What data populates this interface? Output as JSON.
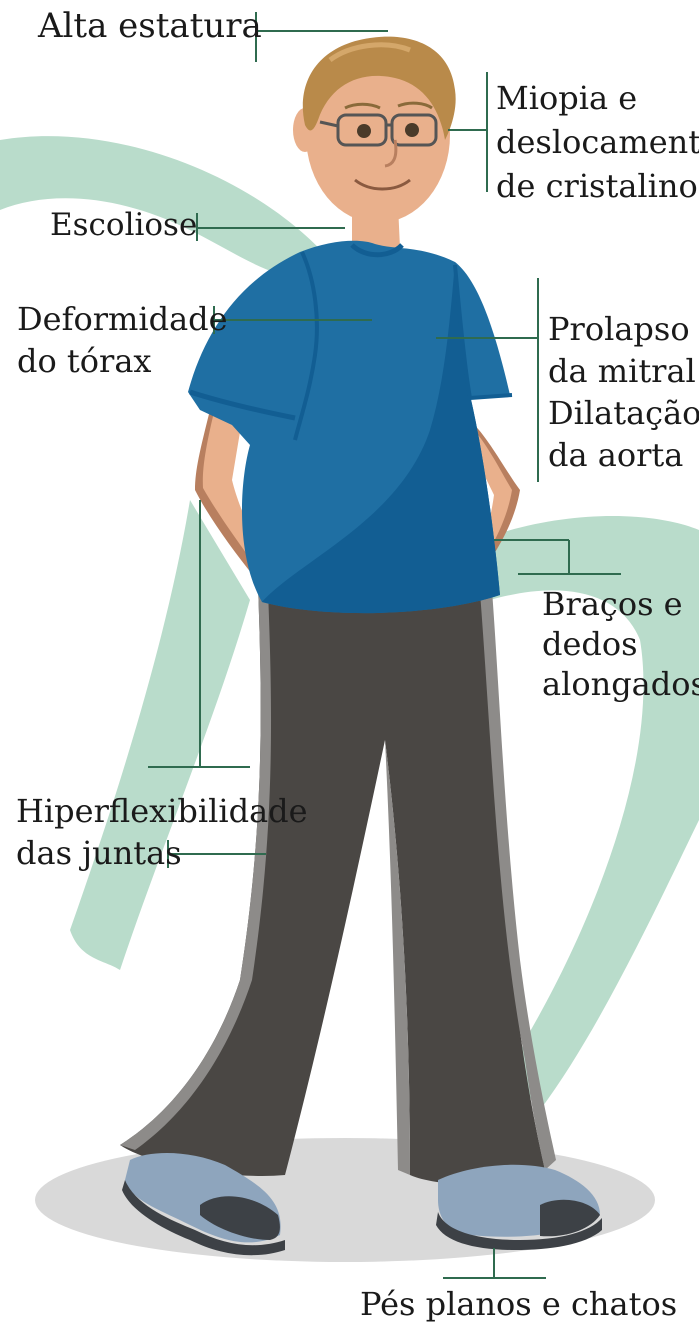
{
  "labels": {
    "alta_estatura": "Alta estatura",
    "miopia": [
      "Miopia e",
      "deslocamento",
      "de cristalino"
    ],
    "escoliose": "Escoliose",
    "deformidade": [
      "Deformidade",
      "do tórax"
    ],
    "cardio": [
      "Prolapso",
      "da mitral",
      "Dilatação",
      "da aorta"
    ],
    "bracos": [
      "Braços e",
      "dedos",
      "alongados"
    ],
    "hiperflex": [
      "Hiperflexibilidade",
      "das juntas"
    ],
    "pes": "Pés planos e chatos"
  },
  "colors": {
    "ribbon": "#b9dccb",
    "skin": "#e9b08c",
    "skin_shadow": "#b87f5f",
    "hair": "#b98a4a",
    "shirt": "#1f6fa3",
    "shirt_dark": "#125e93",
    "pants": "#4a4744",
    "pants_edge": "#8d8b89",
    "shoe": "#8ea5bd",
    "sole": "#3d4146",
    "shadow": "#d9d9d9",
    "leader_line": "#2f6b4f"
  }
}
